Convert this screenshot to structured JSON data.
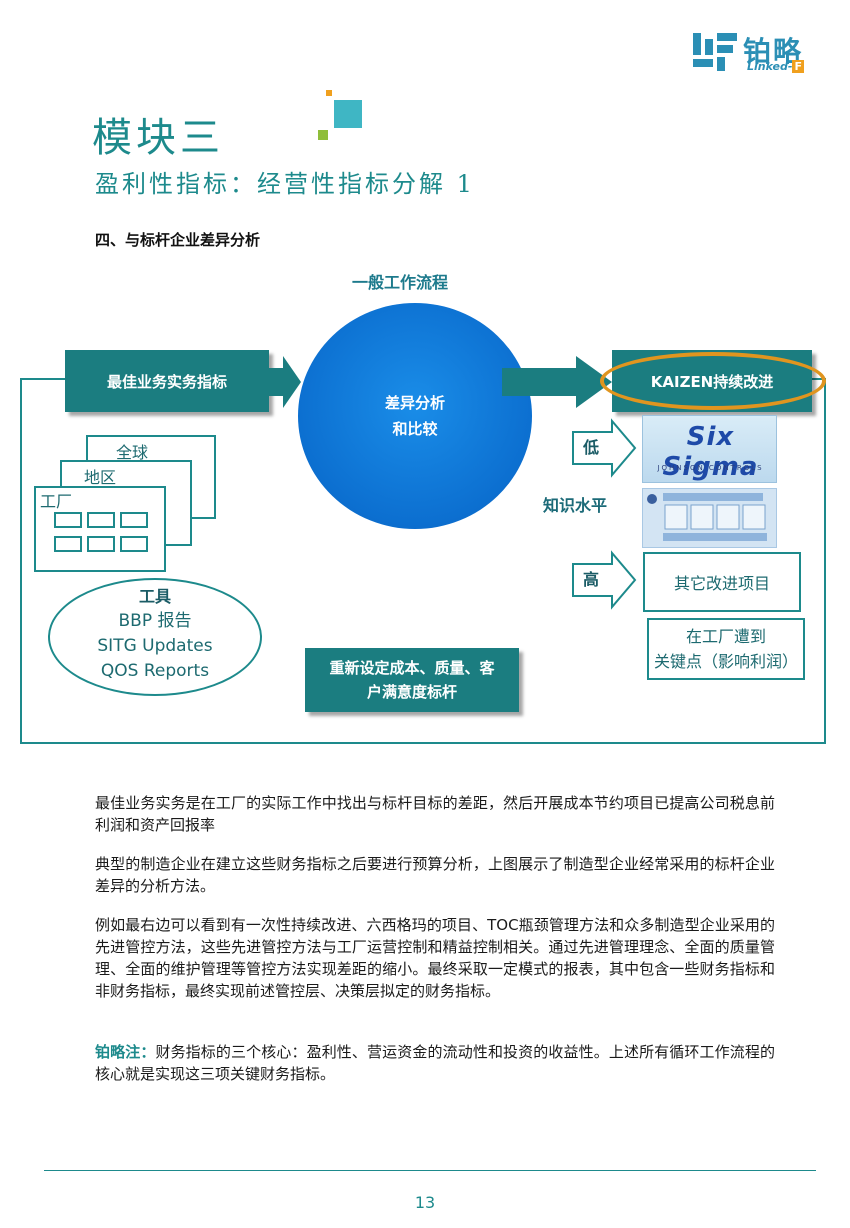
{
  "header": {
    "logo_cn": "铂略",
    "logo_en": "Linked-",
    "logo_en_suffix": "F",
    "title": "模块三",
    "subtitle": "盈利性指标：经营性指标分解 1",
    "section": "四、与标杆企业差异分析"
  },
  "diagram": {
    "flow_title": "一般工作流程",
    "best_practice": "最佳业务实务指标",
    "center_line1": "差异分析",
    "center_line2": "和比较",
    "kaizen": "KAIZEN持续改进",
    "cards": [
      "全球",
      "地区",
      "工厂"
    ],
    "tools": [
      "工具",
      "BBP 报告",
      "SITG Updates",
      "QOS Reports"
    ],
    "reset_line1": "重新设定成本、质量、客",
    "reset_line2": "户满意度标杆",
    "low": "低",
    "high": "高",
    "knowledge": "知识水平",
    "six_sigma": "Six Sigma",
    "johnson": "JOHNSON CONTROLS",
    "other_projects": "其它改进项目",
    "plant_line1": "在工厂遭到",
    "plant_line2": "关键点（影响利润）"
  },
  "body": {
    "p1": "最佳业务实务是在工厂的实际工作中找出与标杆目标的差距，然后开展成本节约项目已提高公司税息前利润和资产回报率",
    "p2": "典型的制造企业在建立这些财务指标之后要进行预算分析，上图展示了制造型企业经常采用的标杆企业差异的分析方法。",
    "p3": "例如最右边可以看到有一次性持续改进、六西格玛的项目、TOC瓶颈管理方法和众多制造型企业采用的先进管控方法，这些先进管控方法与工厂运营控制和精益控制相关。通过先进管理理念、全面的质量管理、全面的维护管理等管控方法实现差距的缩小。最终采取一定模式的报表，其中包含一些财务指标和非财务指标，最终实现前述管控层、决策层拟定的财务指标。",
    "note_label": "铂略注：",
    "note_text": "财务指标的三个核心：盈利性、营运资金的流动性和投资的收益性。上述所有循环工作流程的核心就是实现这三项关键财务指标。"
  },
  "footer": {
    "page": "13"
  },
  "colors": {
    "teal": "#1d8a8c",
    "box": "#1b7d80",
    "circle": "#0c6fd0",
    "highlight": "#e0951f"
  }
}
